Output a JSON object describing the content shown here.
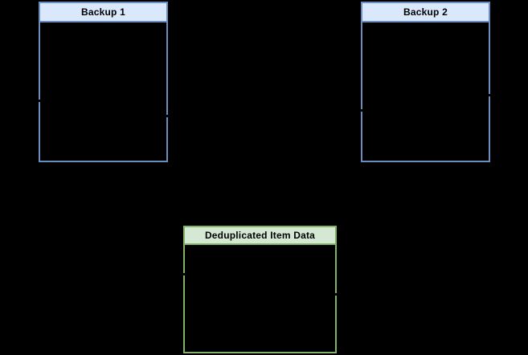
{
  "diagram": {
    "background_color": "#000000",
    "nodes": [
      {
        "id": "backup-1",
        "title": "Backup 1",
        "header_fill": "#dae8fc",
        "stroke": "#6c8ebf",
        "body_fill": "#000000"
      },
      {
        "id": "backup-2",
        "title": "Backup 2",
        "header_fill": "#dae8fc",
        "stroke": "#6c8ebf",
        "body_fill": "#000000"
      },
      {
        "id": "deduplicated-item-data",
        "title": "Deduplicated Item Data",
        "header_fill": "#d5e8d4",
        "stroke": "#82b366",
        "body_fill": "#000000"
      }
    ],
    "connector_stubs": {
      "color": "#000000",
      "count": 6,
      "positions": [
        {
          "node": "backup-1",
          "side": "left"
        },
        {
          "node": "backup-1",
          "side": "right"
        },
        {
          "node": "backup-2",
          "side": "left"
        },
        {
          "node": "backup-2",
          "side": "right"
        },
        {
          "node": "deduplicated-item-data",
          "side": "left"
        },
        {
          "node": "deduplicated-item-data",
          "side": "right"
        }
      ]
    }
  }
}
